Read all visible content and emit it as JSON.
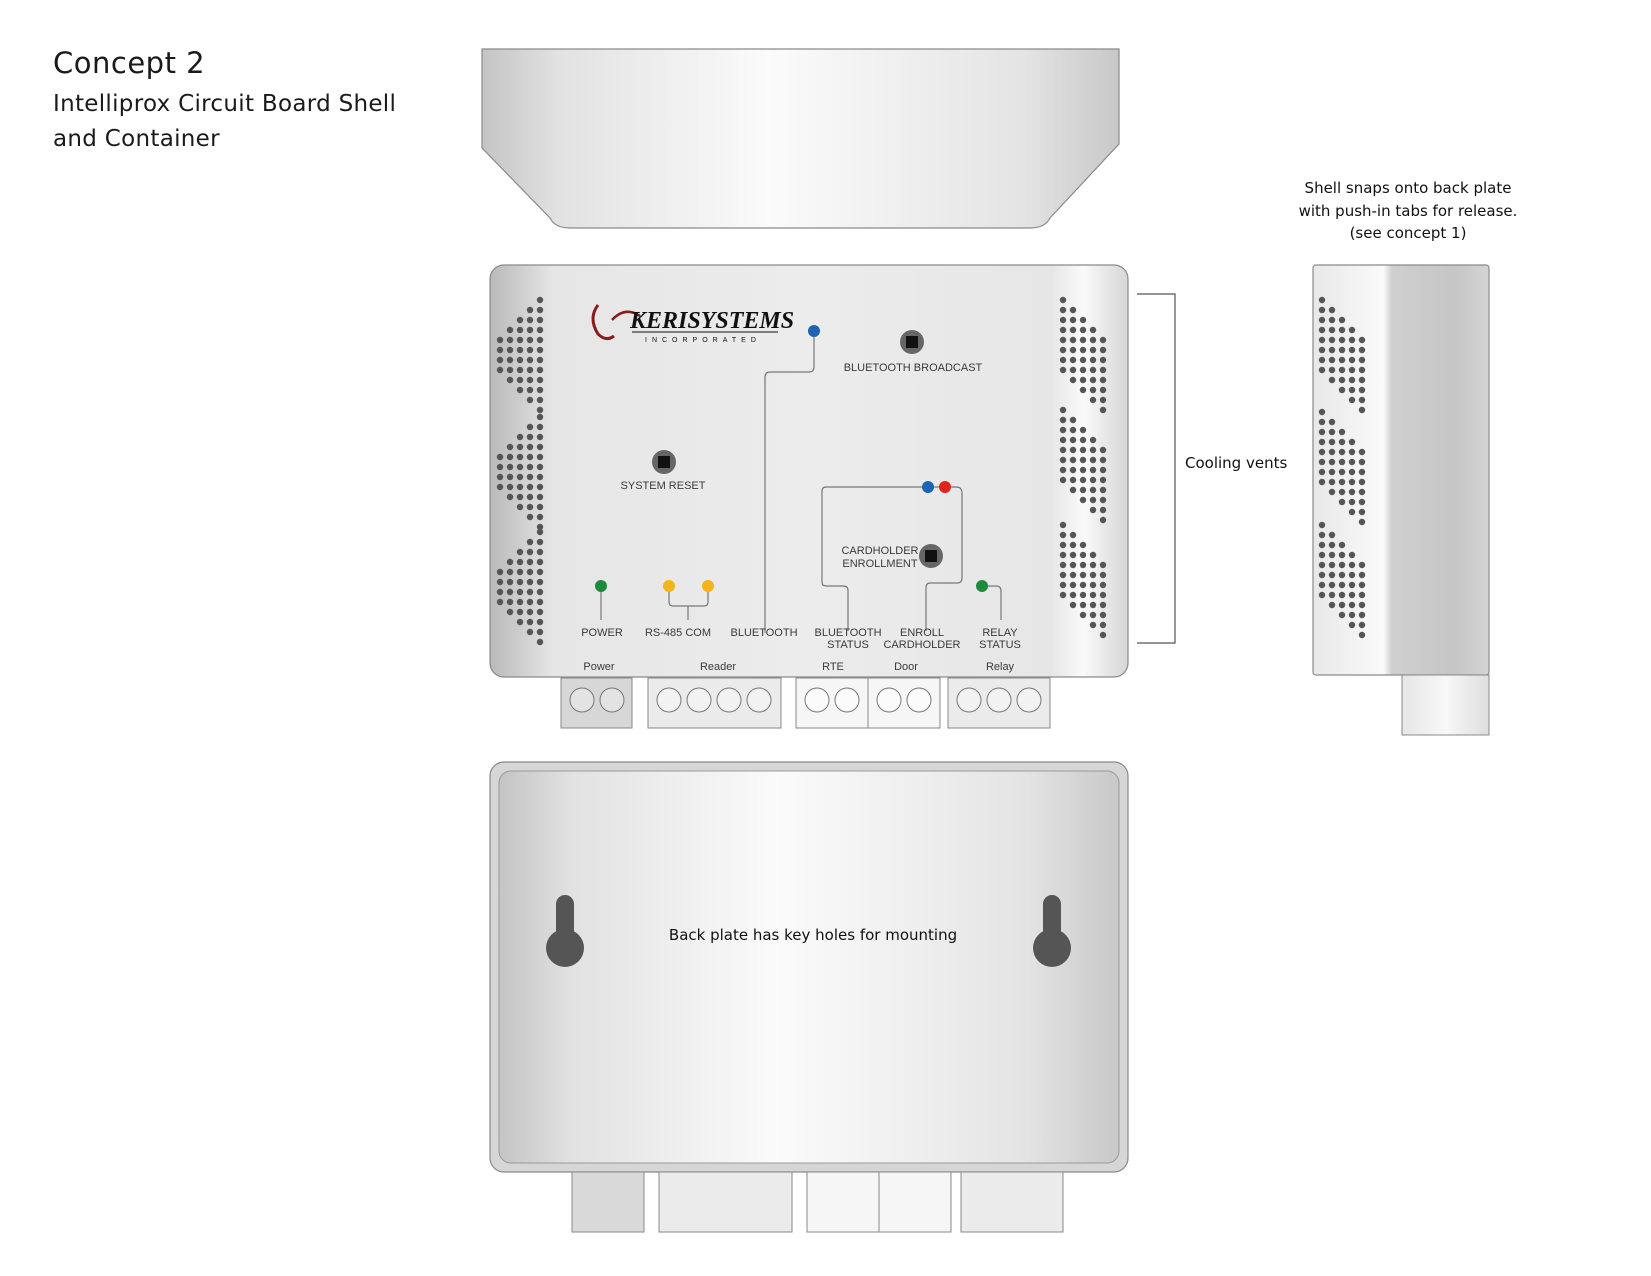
{
  "heading": {
    "title": "Concept 2",
    "subtitle_line1": "Intelliprox Circuit Board Shell",
    "subtitle_line2": "and Container"
  },
  "logo": {
    "text": "KERISYSTEMS",
    "subtext": "INCORPORATED"
  },
  "board_labels": {
    "bluetooth_broadcast": "BLUETOOTH BROADCAST",
    "system_reset": "SYSTEM RESET",
    "cardholder_enrollment_1": "CARDHOLDER",
    "cardholder_enrollment_2": "ENROLLMENT",
    "power": "POWER",
    "rs485": "RS-485 COM",
    "bluetooth": "BLUETOOTH",
    "bluetooth_status_1": "BLUETOOTH",
    "bluetooth_status_2": "STATUS",
    "enroll_cardholder_1": "ENROLL",
    "enroll_cardholder_2": "CARDHOLDER",
    "relay_status_1": "RELAY",
    "relay_status_2": "STATUS"
  },
  "ports": {
    "power": "Power",
    "reader": "Reader",
    "rte": "RTE",
    "door": "Door",
    "relay": "Relay"
  },
  "notes": {
    "shell_line1": "Shell snaps onto back plate",
    "shell_line2": "with push-in tabs for release.",
    "shell_line3": "(see concept 1)",
    "cooling": "Cooling vents",
    "backplate": "Back plate has key holes for mounting"
  },
  "colors": {
    "led_green": "#1e8a3c",
    "led_amber": "#f5b31a",
    "led_blue": "#1c64b4",
    "led_red": "#e0231c",
    "logo_red": "#8b1a1a"
  }
}
